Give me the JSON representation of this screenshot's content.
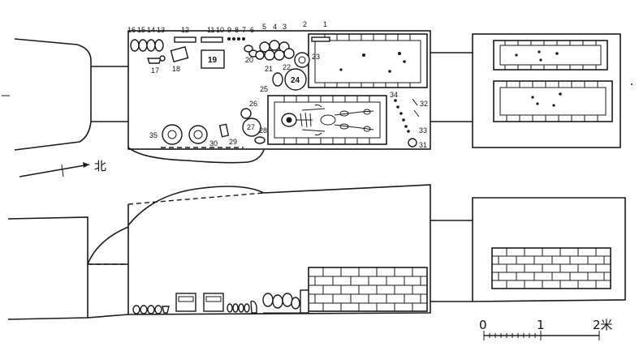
{
  "plan_labels": {
    "n1": "1",
    "n2": "2",
    "n3": "3",
    "n4": "4",
    "n5": "5",
    "n6": "6",
    "n7": "7",
    "n8": "8",
    "n9": "9",
    "n10": "10",
    "n11": "11",
    "n12": "12",
    "n13": "13",
    "n14": "14",
    "n15": "15",
    "n16": "16",
    "n17": "17",
    "n18": "18",
    "n19": "19",
    "n20": "20",
    "n21": "21",
    "n22": "22",
    "n23": "23",
    "n24": "24",
    "n25": "25",
    "n26": "26",
    "n27": "27",
    "n28": "28",
    "n29": "29",
    "n30": "30",
    "n31": "31",
    "n32": "32",
    "n33": "33",
    "n34": "34",
    "n35": "35"
  },
  "north_arrow": {
    "label": "北"
  },
  "scale_bar": {
    "tick0": "0",
    "tick1": "1",
    "tick2": "2米"
  },
  "colors": {
    "ink": "#1a1a1a",
    "paper": "#ffffff"
  }
}
